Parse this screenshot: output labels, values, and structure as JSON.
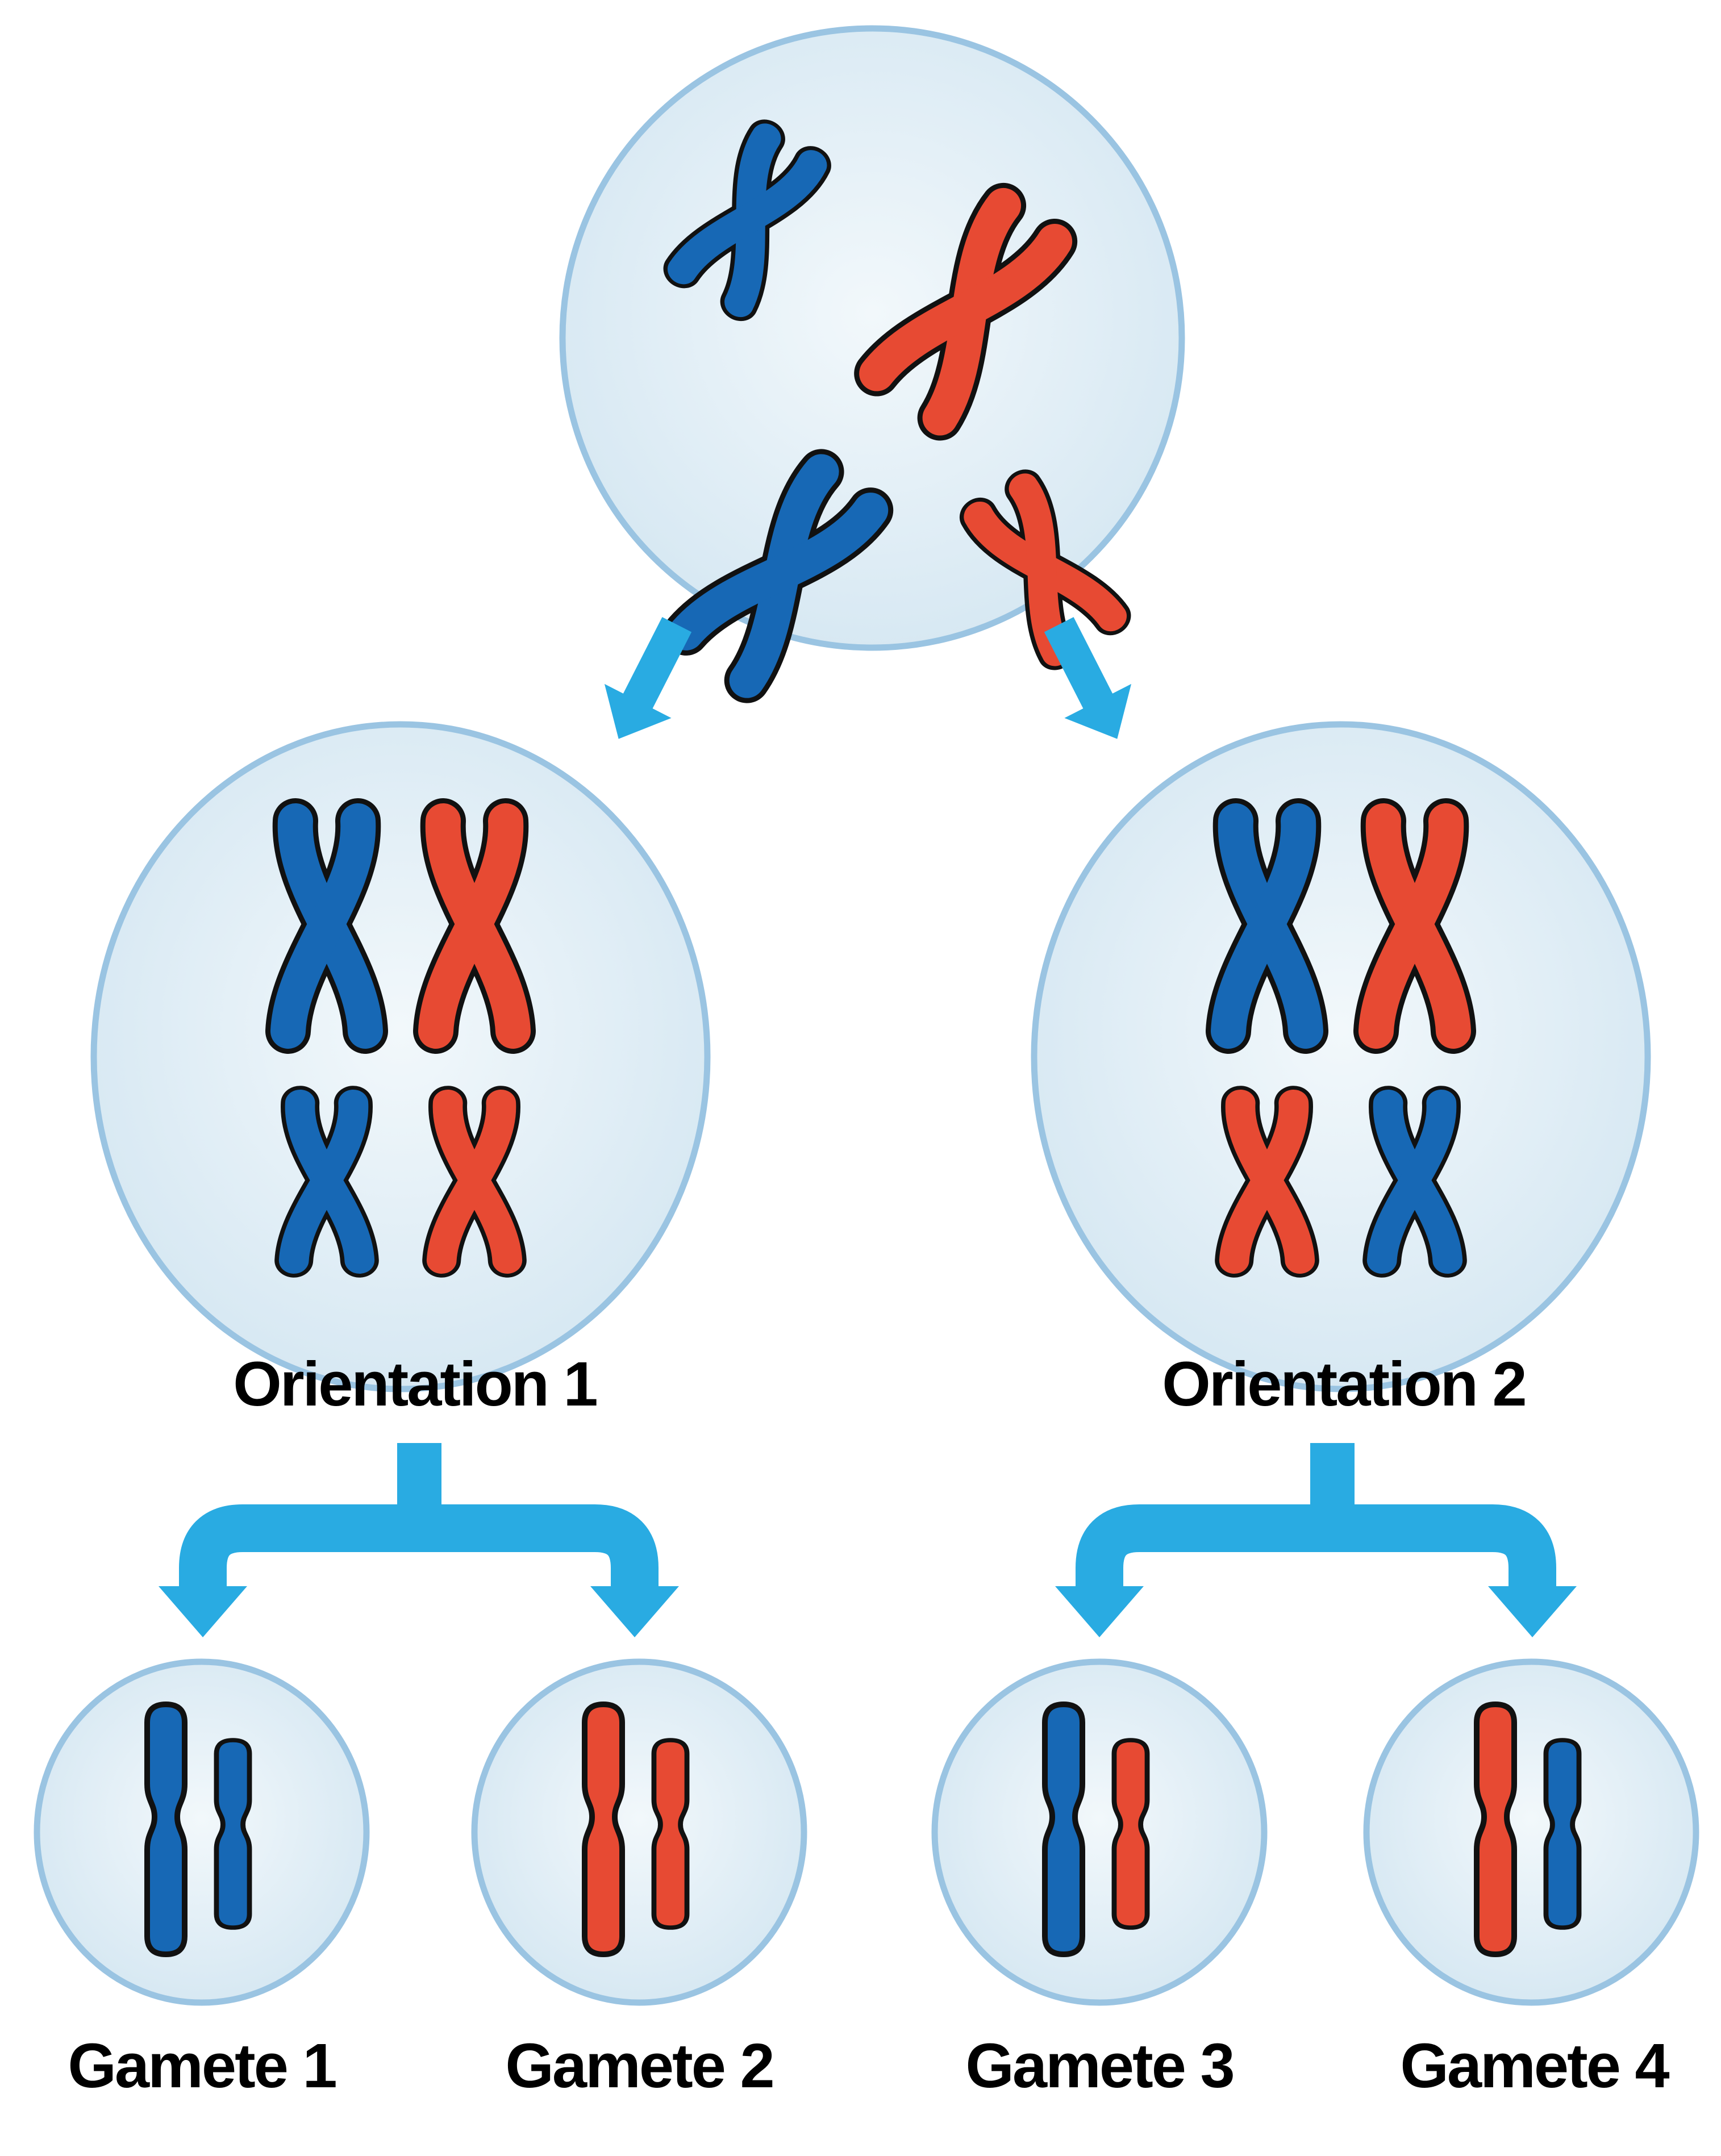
{
  "figure": {
    "type": "meiosis-independent-assortment-diagram",
    "background": "#FFFFFF"
  },
  "colors": {
    "chromosome_blue": "#1768B5",
    "chromosome_red": "#E74A33",
    "arrow_cyan": "#29ABE2",
    "cell_border": "#9AC4E2",
    "cell_fill_edge": "#D3E6F1",
    "cell_fill_center": "#F1F8FB",
    "outline_black": "#111111",
    "label_color": "#000000"
  },
  "parent_cell": {
    "chromosomes": [
      {
        "size": "small",
        "color": "blue"
      },
      {
        "size": "large",
        "color": "red"
      },
      {
        "size": "large",
        "color": "blue"
      },
      {
        "size": "small",
        "color": "red"
      }
    ]
  },
  "orientations": [
    {
      "label": "Orientation 1",
      "top_row": [
        "large-blue",
        "large-red"
      ],
      "bottom_row": [
        "small-blue",
        "small-red"
      ]
    },
    {
      "label": "Orientation 2",
      "top_row": [
        "large-blue",
        "large-red"
      ],
      "bottom_row": [
        "small-red",
        "small-blue"
      ]
    }
  ],
  "gametes": [
    {
      "label": "Gamete 1",
      "chromosomes": [
        "long-blue",
        "short-blue"
      ]
    },
    {
      "label": "Gamete 2",
      "chromosomes": [
        "long-red",
        "short-red"
      ]
    },
    {
      "label": "Gamete 3",
      "chromosomes": [
        "long-blue",
        "short-red"
      ]
    },
    {
      "label": "Gamete 4",
      "chromosomes": [
        "long-red",
        "short-blue"
      ]
    }
  ]
}
